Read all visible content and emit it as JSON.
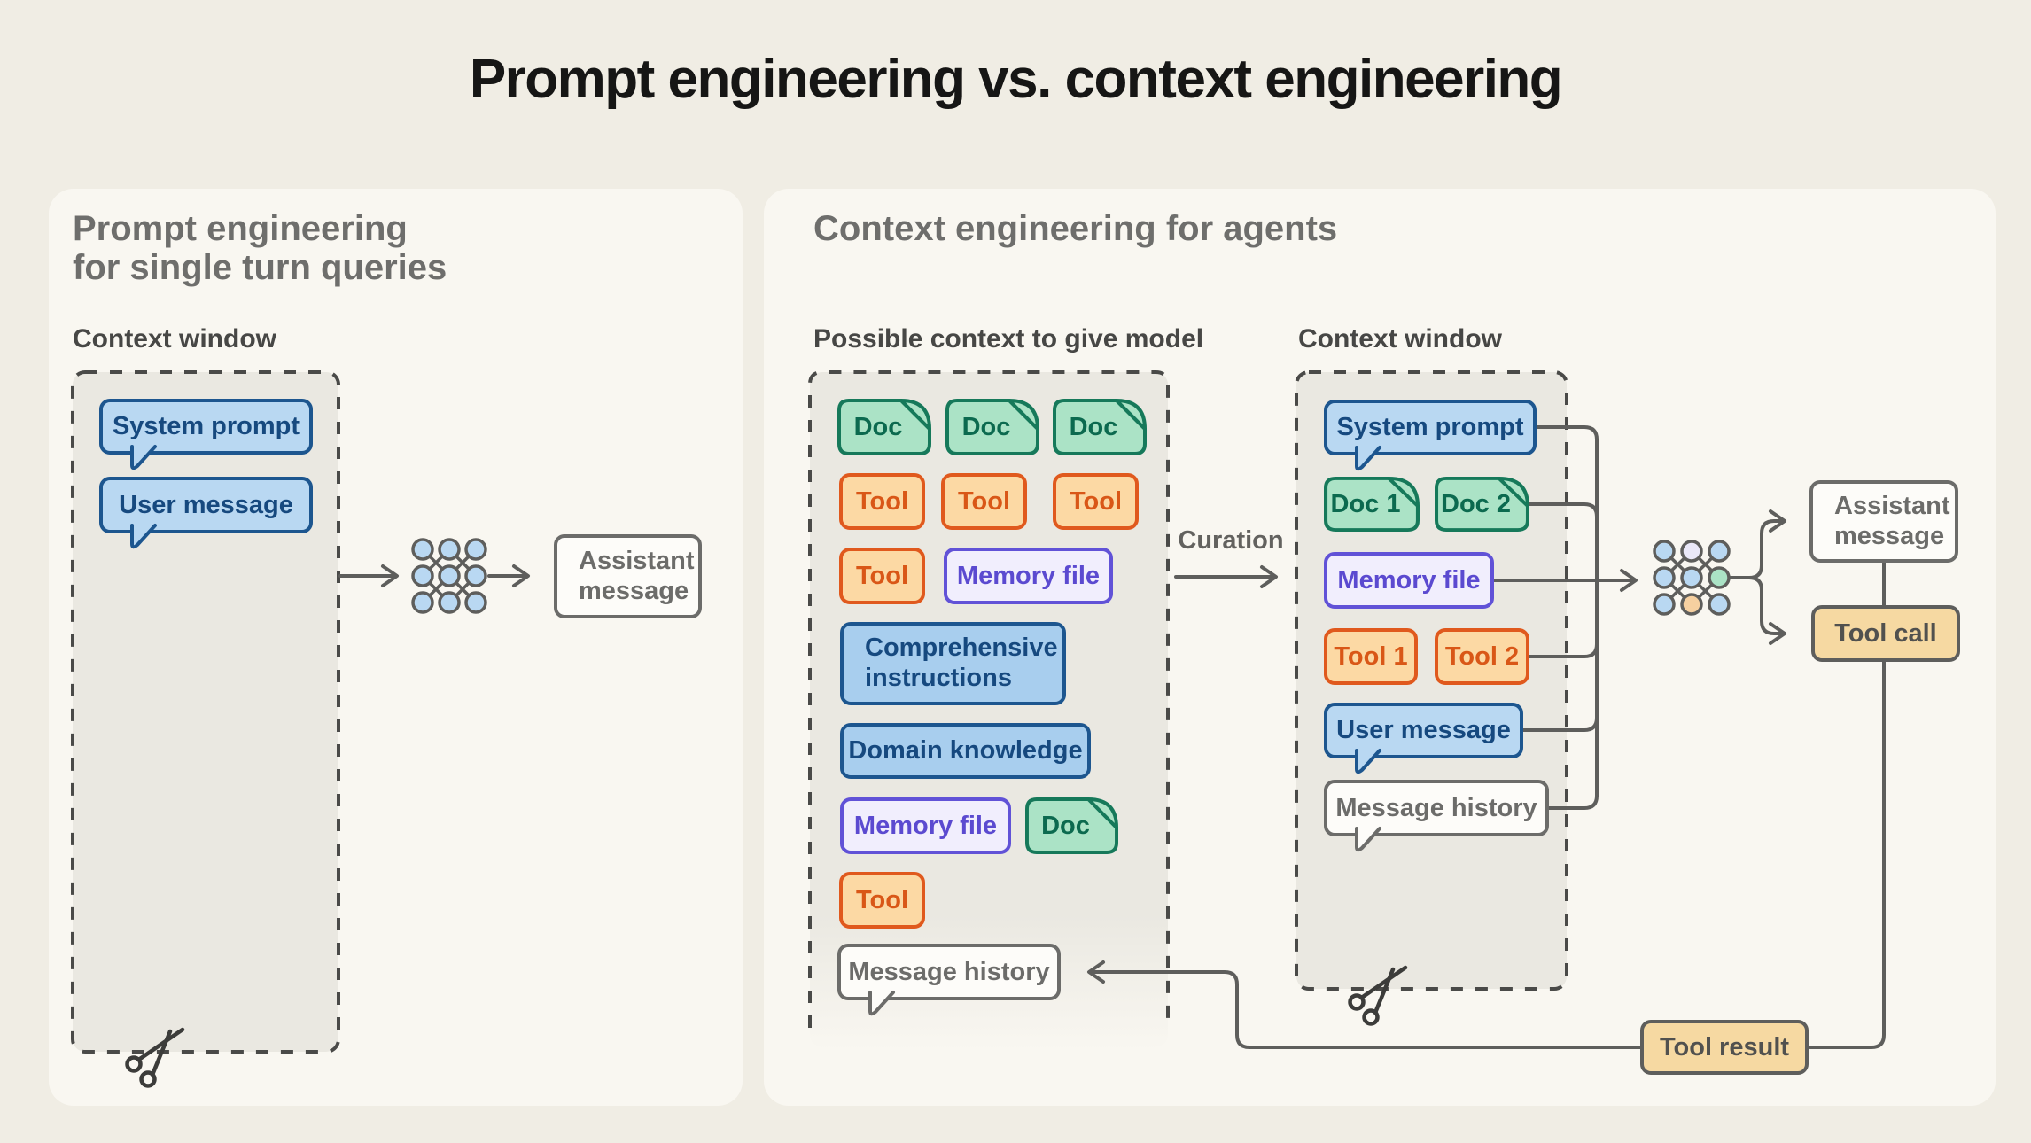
{
  "title": "Prompt engineering vs. context engineering",
  "left_panel": {
    "heading_line1": "Prompt engineering",
    "heading_line2": "for single turn queries",
    "context_window_label": "Context window",
    "system_prompt": "System prompt",
    "user_message": "User message",
    "assistant_message": "Assistant message"
  },
  "right_panel": {
    "heading": "Context engineering for agents",
    "possible_label": "Possible context to give model",
    "context_window_label": "Context window",
    "curation_label": "Curation",
    "possible": {
      "doc_a": "Doc",
      "doc_b": "Doc",
      "doc_c": "Doc",
      "tool_a": "Tool",
      "tool_b": "Tool",
      "tool_c": "Tool",
      "tool_d": "Tool",
      "memory_a": "Memory file",
      "comprehensive": "Comprehensive instructions",
      "domain": "Domain knowledge",
      "memory_b": "Memory file",
      "doc_d": "Doc",
      "tool_e": "Tool",
      "message_history": "Message history"
    },
    "context": {
      "system_prompt": "System prompt",
      "doc_1": "Doc 1",
      "doc_2": "Doc 2",
      "memory_file": "Memory file",
      "tool_1": "Tool 1",
      "tool_2": "Tool 2",
      "user_message": "User message",
      "message_history": "Message history"
    },
    "outputs": {
      "assistant_message": "Assistant message",
      "tool_call": "Tool call",
      "tool_result": "Tool result"
    }
  },
  "colors": {
    "canvas": "#f0ede4",
    "card": "#f9f7f1",
    "zone_fill": "#eae8e1",
    "blue_fill": "#b9d8f2",
    "blue_border": "#1d568f",
    "green_fill": "#abe3c6",
    "green_border": "#16795a",
    "orange_fill": "#fcd9a4",
    "orange_border": "#e0591d",
    "purple_fill": "#f1eefd",
    "purple_border": "#6152d7",
    "tan_fill": "#f6d9a2",
    "gray_line": "#5e5e5c"
  }
}
